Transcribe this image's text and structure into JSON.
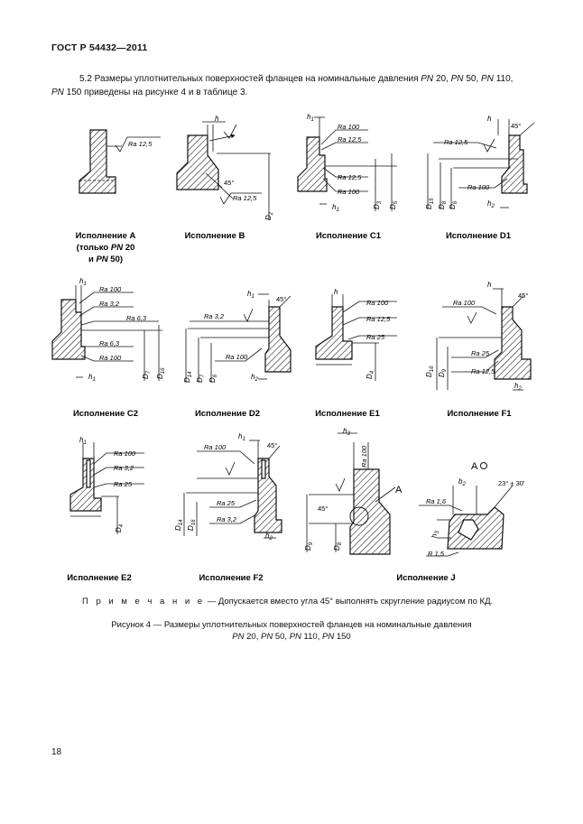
{
  "header": {
    "standard": "ГОСТ Р 54432—2011"
  },
  "intro": {
    "p1": "5.2 Размеры уплотнительных поверхностей фланцев на номинальные давления ",
    "pn1": "PN",
    "v1": " 20, ",
    "pn2": "PN",
    "v2": " 50, ",
    "pn3": "PN",
    "v3": " 110,",
    "pn4": "PN",
    "v4": " 150 приведены на рисунке 4 и в таблице 3."
  },
  "figures": {
    "captions": {
      "a_l1": "Исполнение A",
      "a_l2a": "(только ",
      "a_pn": "PN",
      "a_l2b": " 20",
      "a_l3a": "и ",
      "a_pn2": "PN",
      "a_l3b": " 50)",
      "b": "Исполнение B",
      "c1": "Исполнение C1",
      "d1": "Исполнение D1",
      "c2": "Исполнение C2",
      "d2": "Исполнение D2",
      "e1": "Исполнение E1",
      "f1": "Исполнение F1",
      "e2": "Исполнение E2",
      "f2": "Исполнение F2",
      "j": "Исполнение J"
    },
    "labels": {
      "ra125": "Ra 12,5",
      "ra100": "Ra 100",
      "ra32": "Ra 3,2",
      "ra63": "Ra 6,3",
      "ra25": "Ra 25",
      "ra16": "Ra 1,6",
      "ang45": "45°",
      "h": "h",
      "h1": "h",
      "h1sub": "1",
      "h2": "h",
      "h2sub": "2",
      "h3": "h",
      "h3sub": "3",
      "b2": "b",
      "b2sub": "2",
      "d": "D",
      "d2sub": "2",
      "d3sub": "3",
      "d4sub": "4",
      "d5sub": "5",
      "d6sub": "6",
      "d7sub": "7",
      "d8sub": "8",
      "d9sub": "9",
      "d14sub": "14",
      "d15sub": "15",
      "d16sub": "16",
      "r": "R 1,5",
      "viewA": "A",
      "angJ": "23° ± 30'"
    }
  },
  "note": {
    "prefix": "П р и м е ч а н и е",
    "text": " — Допускается вместо угла 45° выполнять скругление радиусом по КД."
  },
  "caption": {
    "l1": "Рисунок 4 — Размеры уплотнительных поверхностей фланцев на номинальные давления",
    "pn1": "PN",
    "v1": " 20, ",
    "pn2": "PN",
    "v2": " 50, ",
    "pn3": "PN",
    "v3": " 110, ",
    "pn4": "PN",
    "v4": " 150"
  },
  "page": {
    "number": "18"
  }
}
